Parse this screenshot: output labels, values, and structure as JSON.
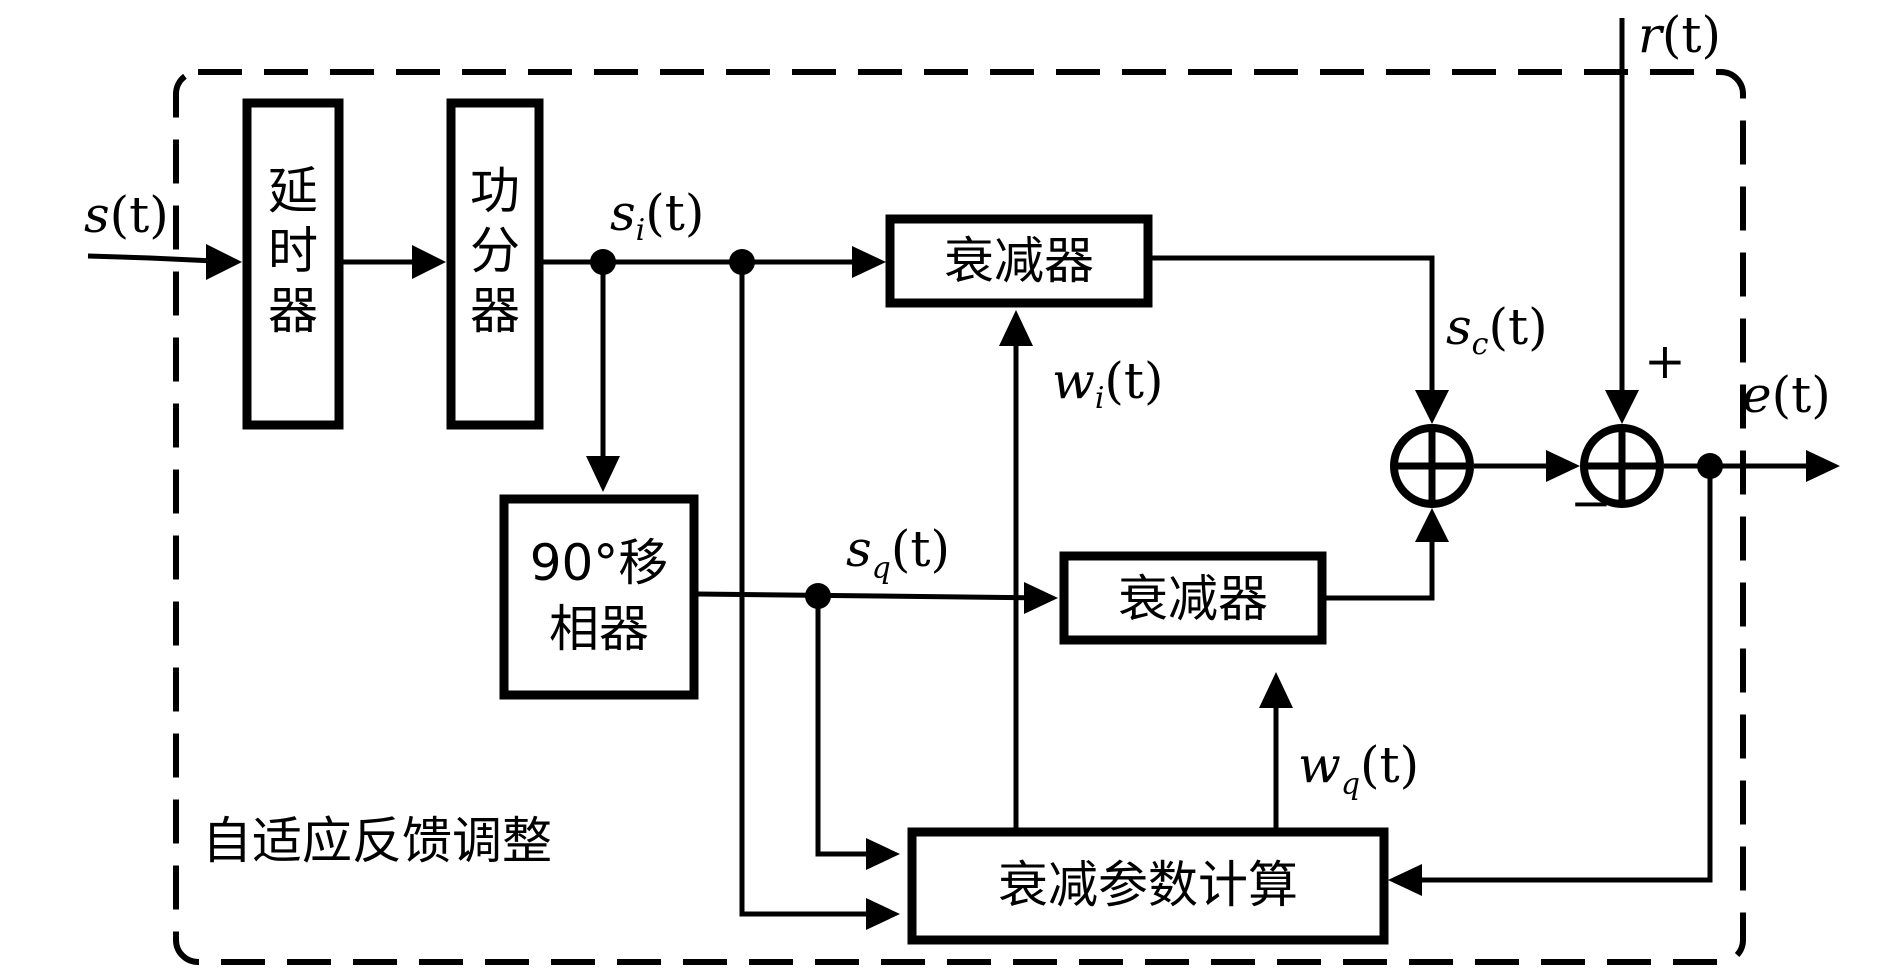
{
  "blocks": {
    "delay": "延时器",
    "splitter": "功分器",
    "phase_shifter_line1": "90°移",
    "phase_shifter_line2": "相器",
    "attenuator_i": "衰减器",
    "attenuator_q": "衰减器",
    "param_calc": "衰减参数计算"
  },
  "region_label": "自适应反馈调整",
  "signals": {
    "input": {
      "base": "s",
      "sub": "",
      "arg": "(t)"
    },
    "si": {
      "base": "s",
      "sub": "i",
      "arg": "(t)"
    },
    "sq": {
      "base": "s",
      "sub": "q",
      "arg": "(t)"
    },
    "sc": {
      "base": "s",
      "sub": "c",
      "arg": "(t)"
    },
    "wi": {
      "base": "w",
      "sub": "i",
      "arg": "(t)"
    },
    "wq": {
      "base": "w",
      "sub": "q",
      "arg": "(t)"
    },
    "reference": {
      "base": "r",
      "sub": "",
      "arg": "(t)"
    },
    "error": {
      "base": "e",
      "sub": "",
      "arg": "(t)"
    }
  },
  "sign_plus": "+",
  "sign_minus": "−"
}
